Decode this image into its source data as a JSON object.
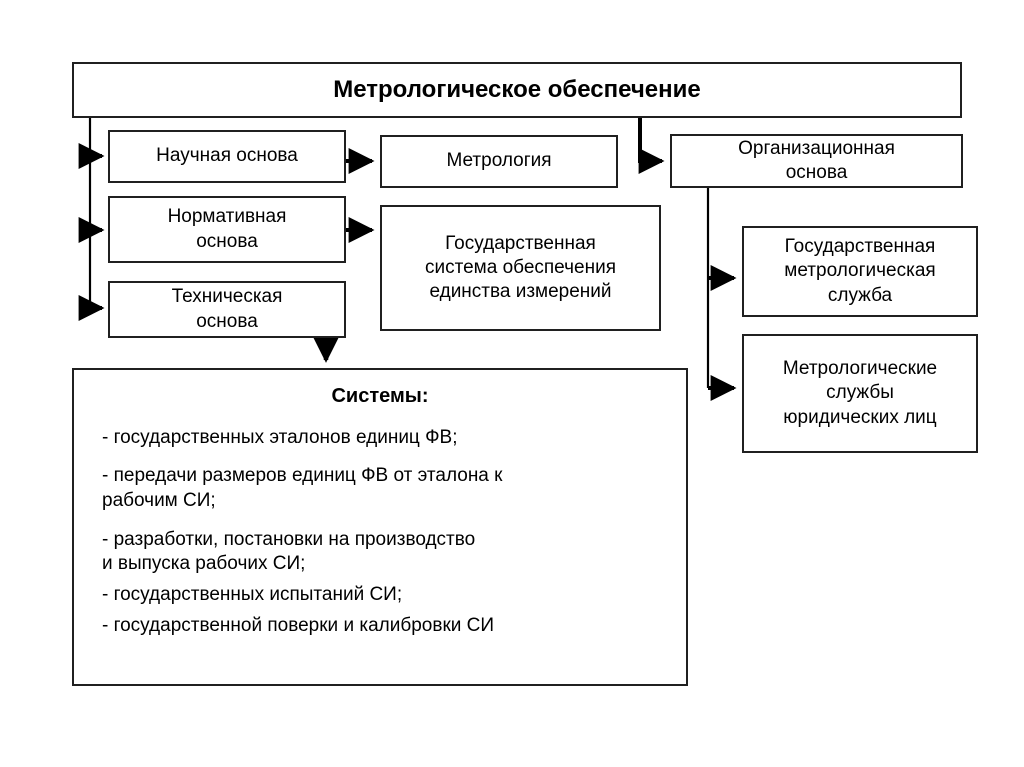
{
  "diagram": {
    "title": "Метрологическое обеспечение",
    "colors": {
      "background": "#ffffff",
      "box_border": "#202020",
      "connector": "#000000",
      "text": "#000000"
    },
    "nodes": {
      "title": "Метрологическое обеспечение",
      "scientific_basis": "Научная основа",
      "normative_basis": "Нормативная\nоснова",
      "technical_basis": "Техническая\nоснова",
      "metrology": "Метрология",
      "state_system": "Государственная\nсистема обеспечения\nединства измерений",
      "organizational_basis": "Организационная\nоснова",
      "state_metrological_service": "Государственная\nметрологическая\nслужба",
      "legal_entity_services": "Метрологические\nслужбы\nюридических лиц"
    },
    "systems": {
      "heading": "Системы:",
      "items": [
        "- государственных эталонов единиц ФВ;",
        "- передачи размеров единиц ФВ от эталона к\nрабочим СИ;",
        "- разработки, постановки на производство\nи выпуска рабочих СИ;",
        "- государственных испытаний СИ;",
        "- государственной поверки и калибровки СИ"
      ]
    },
    "connectors": [
      {
        "name": "title-to-scientific",
        "from": "title",
        "to": "scientific_basis"
      },
      {
        "name": "title-to-normative",
        "from": "title",
        "to": "normative_basis"
      },
      {
        "name": "title-to-technical",
        "from": "title",
        "to": "technical_basis"
      },
      {
        "name": "title-to-organizational",
        "from": "title",
        "to": "organizational_basis"
      },
      {
        "name": "scientific-to-metrology",
        "from": "scientific_basis",
        "to": "metrology"
      },
      {
        "name": "normative-to-state-system",
        "from": "normative_basis",
        "to": "state_system"
      },
      {
        "name": "technical-to-systems",
        "from": "technical_basis",
        "to": "systems"
      },
      {
        "name": "organizational-to-state-service",
        "from": "organizational_basis",
        "to": "state_metrological_service"
      },
      {
        "name": "organizational-to-legal-services",
        "from": "organizational_basis",
        "to": "legal_entity_services"
      }
    ]
  }
}
